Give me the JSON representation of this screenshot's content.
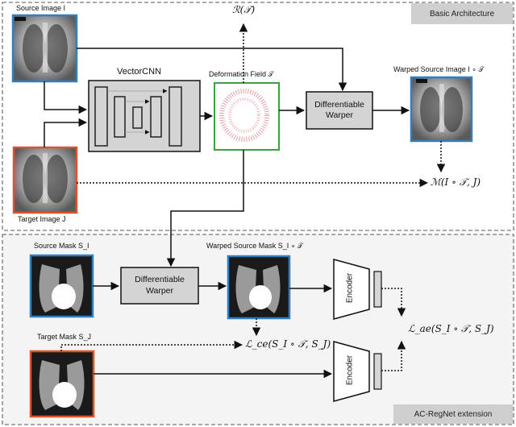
{
  "panels": {
    "top_title": "Basic Architecture",
    "bottom_title": "AC-RegNet extension"
  },
  "labels": {
    "source_image": "Source Image I",
    "target_image": "Target Image J",
    "vectorcnn": "VectorCNN",
    "deformation_field": "Deformation Field 𝒯",
    "regularizer": "ℛ(𝒯)",
    "warper_top_line1": "Differentiable",
    "warper_top_line2": "Warper",
    "warped_source_image": "Warped Source Image I ∘ 𝒯",
    "similarity": "ℳ(I ∘ 𝒯, J)",
    "source_mask": "Source Mask S_I",
    "warped_source_mask": "Warped Source Mask S_I ∘ 𝒯",
    "warper_bottom_line1": "Differentiable",
    "warper_bottom_line2": "Warper",
    "encoder_top": "Encoder",
    "encoder_bottom": "Encoder",
    "target_mask": "Target Mask S_J",
    "ce_loss": "ℒ_ce(S_I ∘ 𝒯, S_J)",
    "ae_loss": "ℒ_ae(S_I ∘ 𝒯, S_J)"
  },
  "colors": {
    "source_border": "#2f7fc1",
    "target_border": "#e0522a",
    "field_border": "#3aa33a",
    "box_fill": "#d4d4d4",
    "panel_bg": "#f4f4f4",
    "tag_bg": "#cfcfcf"
  }
}
